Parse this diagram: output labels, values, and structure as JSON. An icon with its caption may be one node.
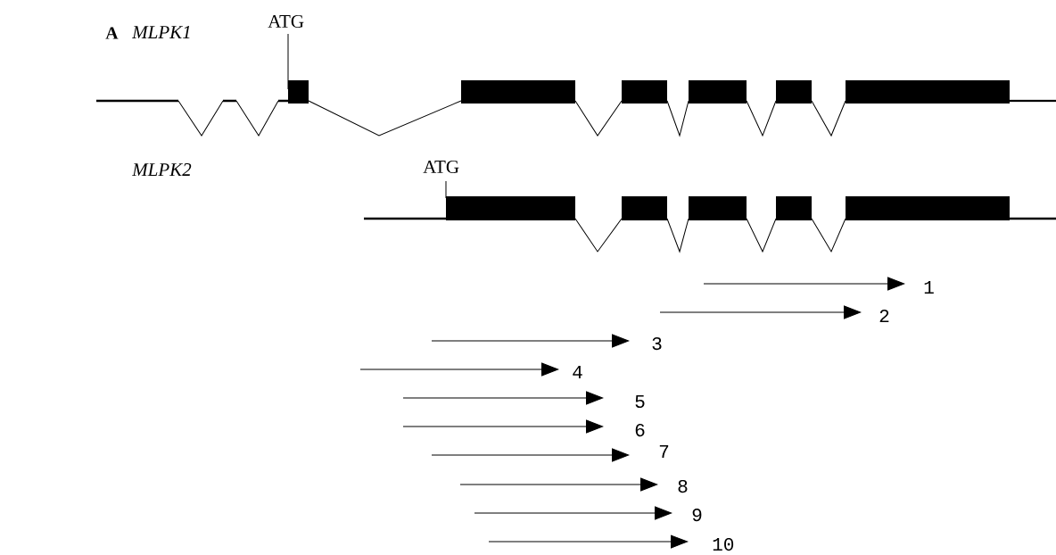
{
  "diagram": {
    "labels": [
      "A",
      "MLPK1",
      "ATG",
      "MLPK2",
      "ATG",
      "1",
      "2",
      "3",
      "4",
      "5",
      "6",
      "7",
      "8",
      "9",
      "10"
    ]
  }
}
